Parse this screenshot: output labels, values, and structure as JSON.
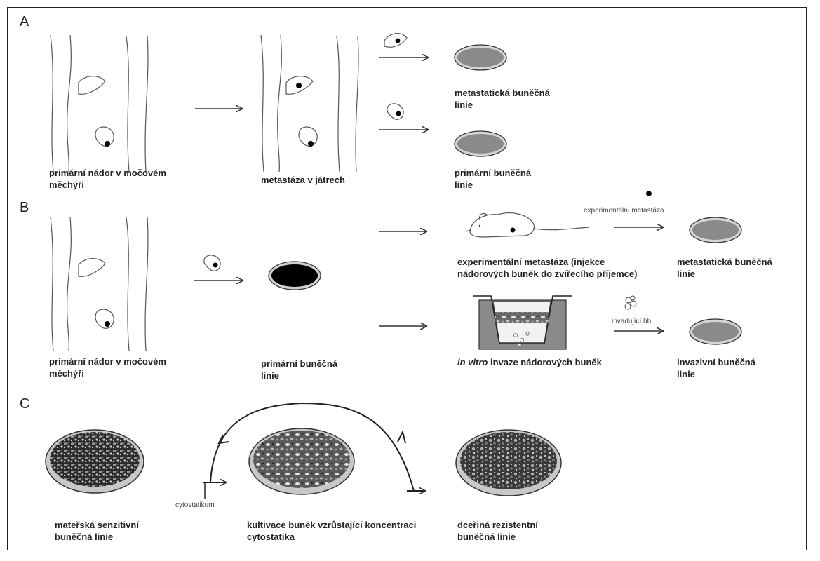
{
  "panel_a": {
    "label": "A",
    "caption_primary": {
      "line1": "primární nádor v močovém",
      "line2": "měchýři"
    },
    "caption_metastasis": "metastáza v játrech",
    "caption_met_line": {
      "line1": "metastatická buněčná",
      "line2": "linie"
    },
    "caption_prim_line": {
      "line1": "primární buněčná",
      "line2": "linie"
    }
  },
  "panel_b": {
    "label": "B",
    "caption_primary": {
      "line1": "primární nádor v močovém",
      "line2": "měchýři"
    },
    "caption_prim_line": {
      "line1": "primární buněčná",
      "line2": "linie"
    },
    "label_exp_metastasis_small": "experimentální metastáza",
    "caption_exp_metastasis": {
      "line1": "experimentální metastáza (injekce",
      "line2": "nádorových buněk do zvířecího příjemce)"
    },
    "caption_met_line": {
      "line1": "metastatická buněčná",
      "line2": "linie"
    },
    "label_invading_small": "invadující bb",
    "caption_invasion": {
      "italic": "in vitro",
      "rest": " invaze nádorových buněk"
    },
    "caption_inv_line": {
      "line1": "invazivní buněčná",
      "line2": "linie"
    }
  },
  "panel_c": {
    "label": "C",
    "caption_parent": {
      "line1": "mateřská senzitivní",
      "line2": "buněčná linie"
    },
    "label_cytostatic": "cytostatikum",
    "caption_cultivation": {
      "line1": "kultivace buněk vzrůstající koncentraci",
      "line2": "cytostatika"
    },
    "caption_daughter": {
      "line1": "dceřiná rezistentní",
      "line2": "buněčná linie"
    }
  },
  "colors": {
    "dish_fill": "#8a8a8a",
    "dish_rim": "#d4d4d4",
    "tumor": "#000000",
    "line": "#333333"
  }
}
